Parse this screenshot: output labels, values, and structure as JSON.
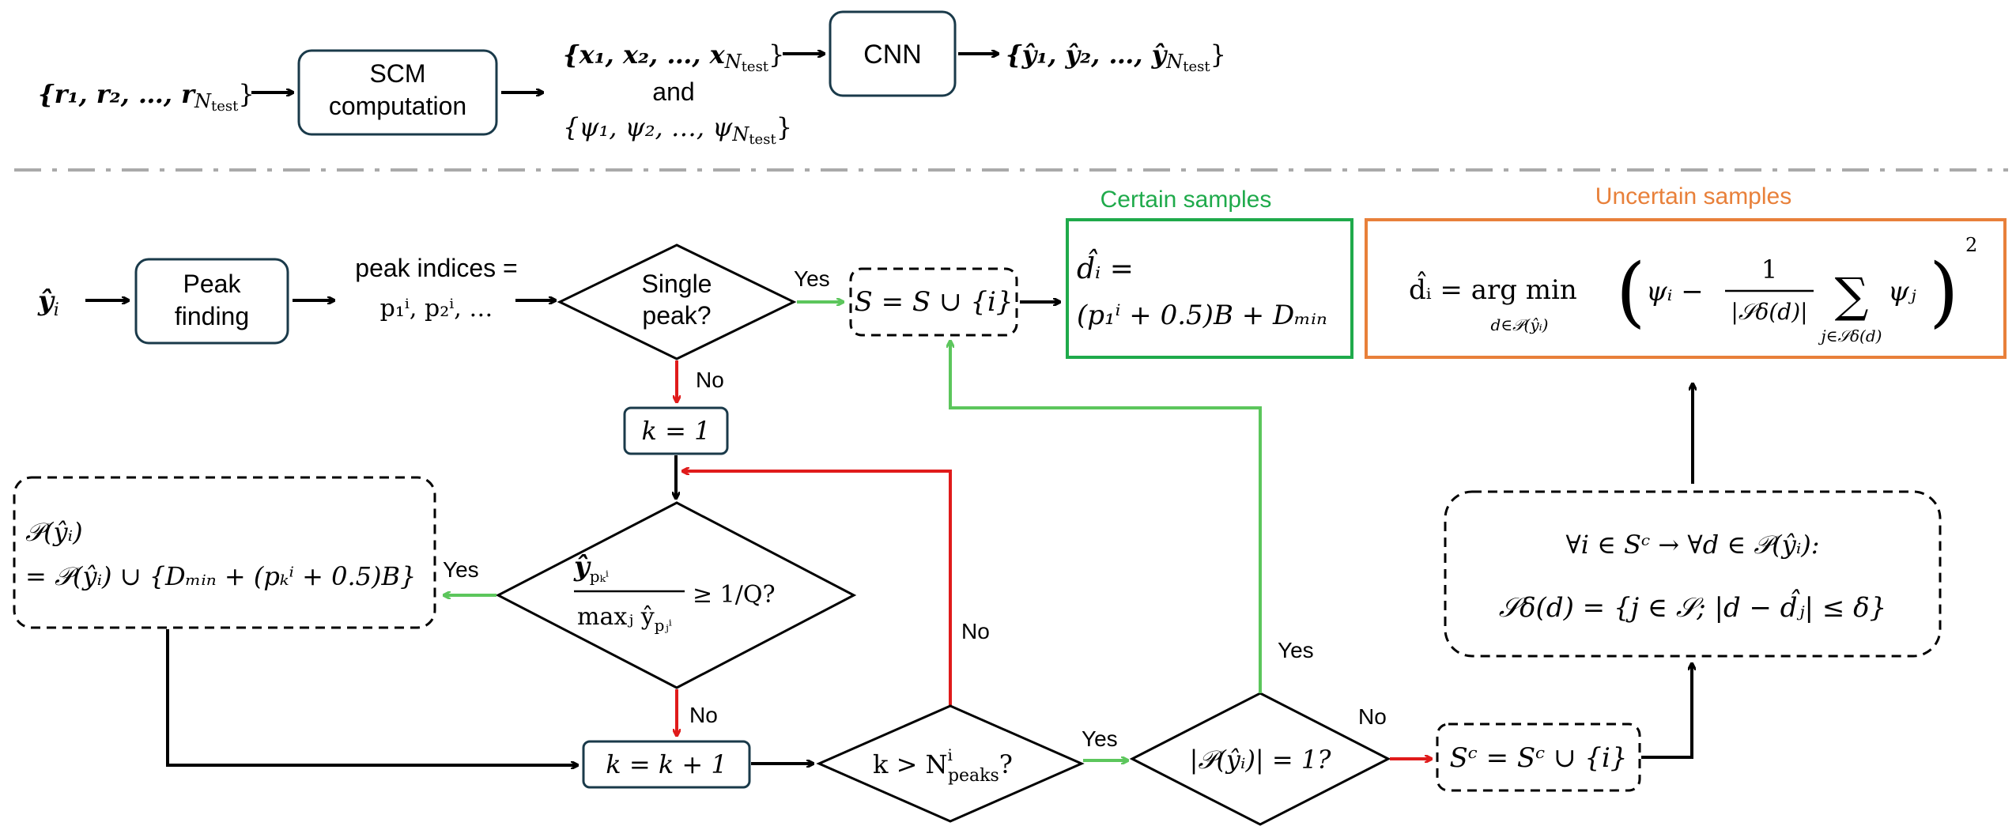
{
  "colors": {
    "black": "#000000",
    "green": "#5cc65c",
    "red": "#e01b1b",
    "certain": "#1faa4b",
    "uncertain": "#e8803a",
    "separator": "#aaaaaa"
  },
  "top_row": {
    "input_set": "{r₁, r₂, …, r",
    "n_test": "N",
    "n_test_sub": "test",
    "scm_line1": "SCM",
    "scm_line2": "computation",
    "x_set": "{x₁, x₂, …, x",
    "and": "and",
    "psi_set": "{ψ₁, ψ₂, …, ψ",
    "cnn": "CNN",
    "y_set": "{ŷ₁, ŷ₂, …, ŷ"
  },
  "flow": {
    "y_hat_i": "ŷ",
    "i_sub": "i",
    "peak_finding_line1": "Peak",
    "peak_finding_line2": "finding",
    "peak_indices_line1": "peak indices =",
    "peak_indices_line2": "p₁ⁱ, p₂ⁱ, …",
    "single_peak_line1": "Single",
    "single_peak_line2": "peak?",
    "yes": "Yes",
    "no": "No",
    "S_update": "S = S ∪ {i}",
    "certain_title": "Certain samples",
    "certain_line1": "d̂ᵢ =",
    "certain_line2": "(p₁ⁱ + 0.5)B + Dₘᵢₙ",
    "uncertain_title": "Uncertain samples",
    "uncertain_prefix": "d̂ᵢ = arg min",
    "uncertain_under": "d∈𝒫(ŷᵢ)",
    "uncertain_psi": "ψᵢ −",
    "uncertain_one": "1",
    "uncertain_den": "|𝒮δ(d)|",
    "uncertain_sum": "∑",
    "uncertain_sum_under": "j∈𝒮δ(d)",
    "uncertain_psij": "ψⱼ",
    "uncertain_sq": "2",
    "k1": "k = 1",
    "P_line1": "𝒫(ŷᵢ)",
    "P_line2": "= 𝒫(ŷᵢ) ∪ {Dₘᵢₙ + (pₖⁱ + 0.5)B}",
    "ratio_num": "ŷ",
    "ratio_num_sub": "pₖⁱ",
    "ratio_den": "maxⱼ ŷ",
    "ratio_den_sub": "pⱼⁱ",
    "ratio_rhs": "≥ 1/Q?",
    "k_incr": "k = k + 1",
    "k_gt": "k > N",
    "k_gt_sup": "i",
    "k_gt_sub": "peaks",
    "k_gt_q": "?",
    "P_card": "|𝒫(ŷᵢ)| = 1?",
    "Sc_update": "Sᶜ = Sᶜ ∪ {i}",
    "forall_line1": "∀i ∈ Sᶜ → ∀d ∈ 𝒫(ŷᵢ):",
    "forall_line2": "𝒮δ(d) = {j ∈ 𝒮; |d − d̂ⱼ| ≤ δ}"
  }
}
